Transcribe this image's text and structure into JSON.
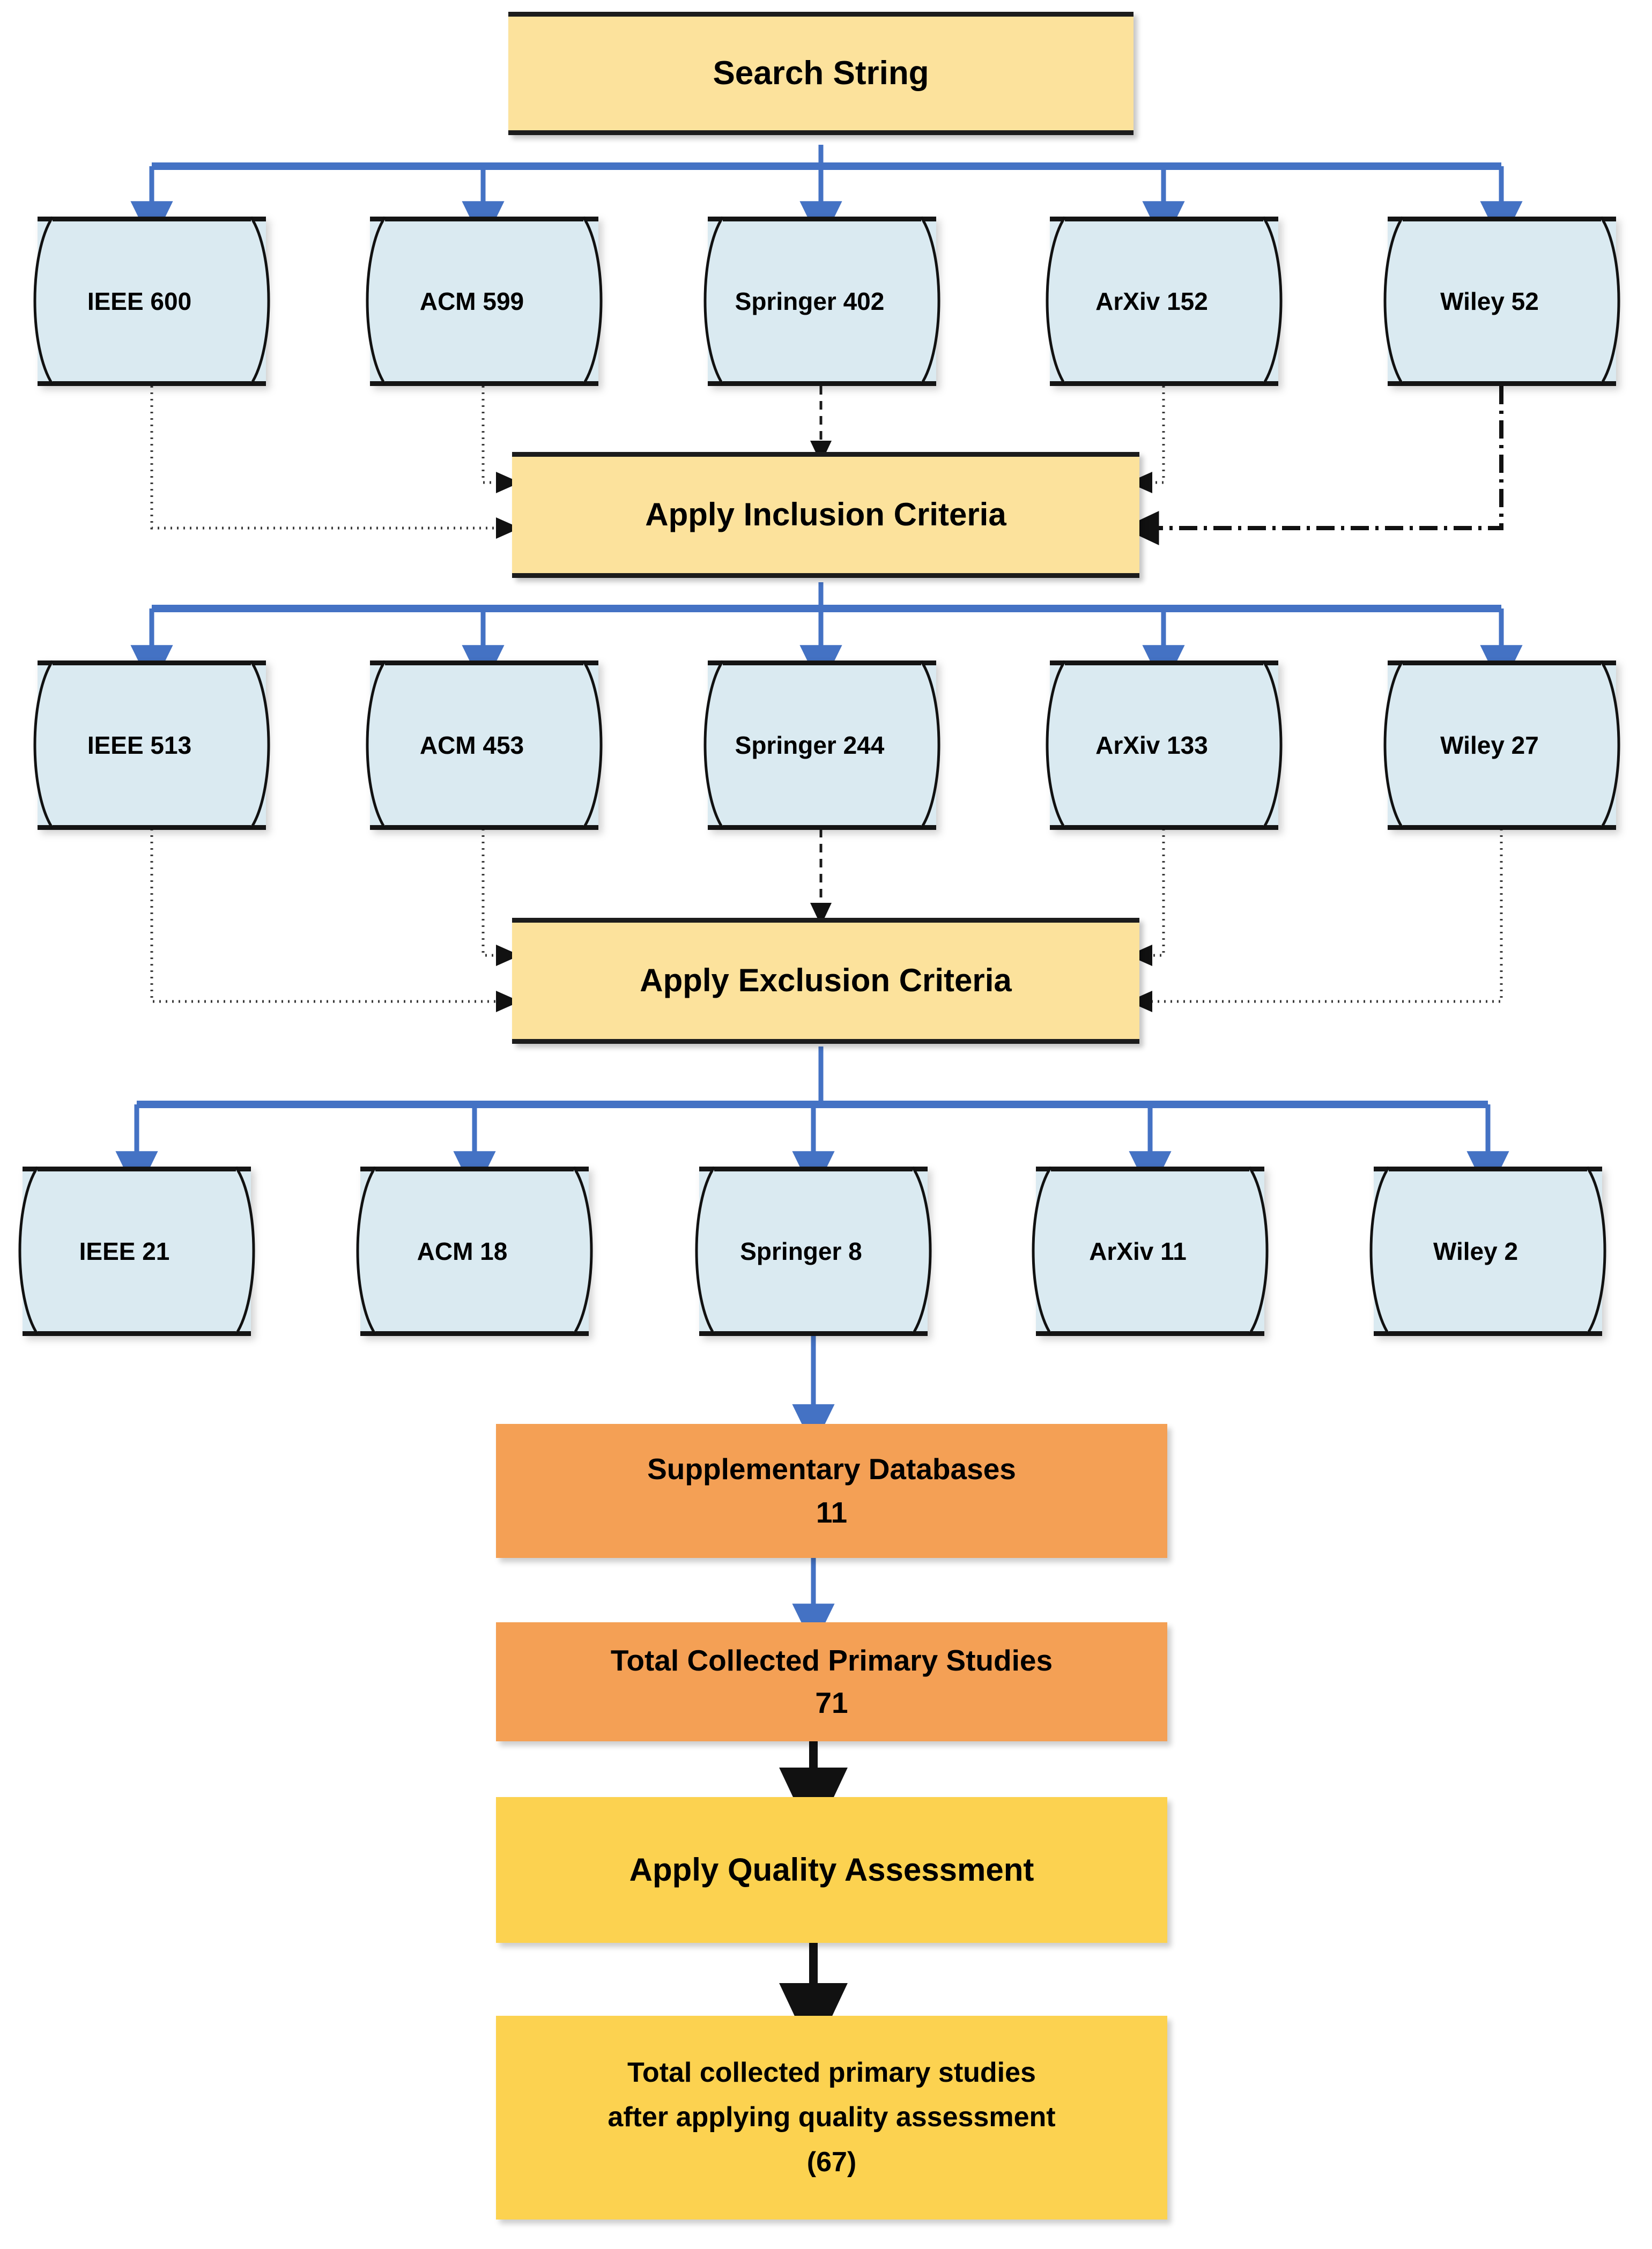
{
  "diagram": {
    "title": "Search String",
    "type": "prisma-style-study-selection-flowchart",
    "colors": {
      "cylinder_fill": "#DAEAF1",
      "process_yellow_pale": "#FCE29C",
      "process_yellow_bright": "#FCD250",
      "process_orange": "#F4A055",
      "connector_blue": "#4472C4",
      "connector_black": "#000000"
    },
    "root": {
      "label": "Search String"
    },
    "stage1_sources": [
      {
        "name": "IEEE",
        "count": 600,
        "label": "IEEE 600"
      },
      {
        "name": "ACM",
        "count": 599,
        "label": "ACM 599"
      },
      {
        "name": "Springer",
        "count": 402,
        "label": "Springer 402"
      },
      {
        "name": "ArXiv",
        "count": 152,
        "label": "ArXiv 152"
      },
      {
        "name": "Wiley",
        "count": 52,
        "label": "Wiley 52"
      }
    ],
    "step_inclusion": {
      "label": "Apply Inclusion Criteria"
    },
    "stage2_sources": [
      {
        "name": "IEEE",
        "count": 513,
        "label": "IEEE 513"
      },
      {
        "name": "ACM",
        "count": 453,
        "label": "ACM 453"
      },
      {
        "name": "Springer",
        "count": 244,
        "label": "Springer 244"
      },
      {
        "name": "ArXiv",
        "count": 133,
        "label": "ArXiv 133"
      },
      {
        "name": "Wiley",
        "count": 27,
        "label": "Wiley 27"
      }
    ],
    "step_exclusion": {
      "label": "Apply Exclusion Criteria"
    },
    "stage3_sources": [
      {
        "name": "IEEE",
        "count": 21,
        "label": "IEEE 21"
      },
      {
        "name": "ACM",
        "count": 18,
        "label": "ACM 18"
      },
      {
        "name": "Springer",
        "count": 8,
        "label": "Springer 8"
      },
      {
        "name": "ArXiv",
        "count": 11,
        "label": "ArXiv 11"
      },
      {
        "name": "Wiley",
        "count": 2,
        "label": "Wiley 2"
      }
    ],
    "supplementary": {
      "label": "Supplementary Databases",
      "count": "11"
    },
    "total_collected": {
      "label": "Total Collected Primary Studies",
      "count": "71"
    },
    "step_quality": {
      "label": "Apply Quality Assessment"
    },
    "final": {
      "line1": "Total collected primary studies",
      "line2": "after applying quality assessment",
      "count": "(67)"
    }
  }
}
